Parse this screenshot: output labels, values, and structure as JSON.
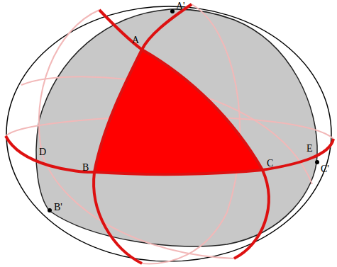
{
  "diagram": {
    "labels": [
      "A'",
      "A",
      "D",
      "B",
      "C",
      "E",
      "C'",
      "B'"
    ]
  }
}
